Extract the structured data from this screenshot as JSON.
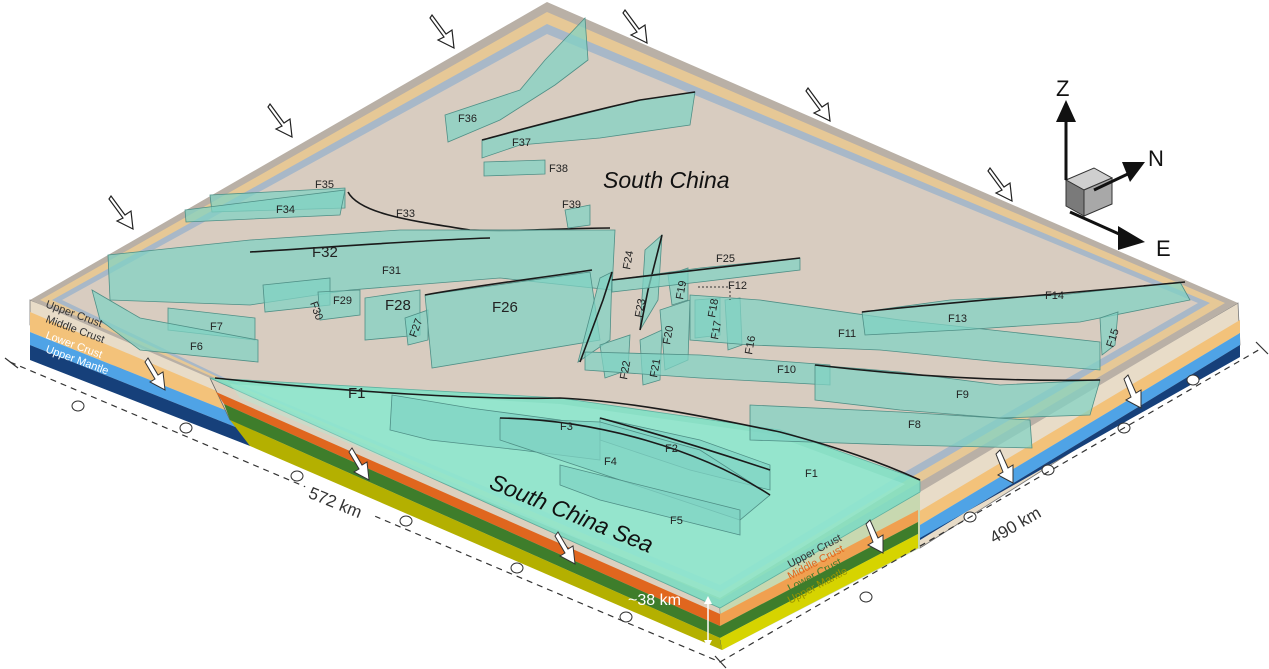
{
  "regions": {
    "land": "South China",
    "sea": "South China Sea"
  },
  "dimensions": {
    "length_label": "572 km",
    "width_label": "490 km",
    "depth_label": "~38 km"
  },
  "axes": {
    "z": "Z",
    "n": "N",
    "e": "E"
  },
  "layers_left": [
    "Upper Crust",
    "Middle Crust",
    "Lower Crust",
    "Upper Mantle"
  ],
  "layers_right": [
    "Upper Crust",
    "Middle Crust",
    "Lower Crust",
    "Upper Mantle"
  ],
  "faults": [
    "F1",
    "F1",
    "F2",
    "F3",
    "F4",
    "F5",
    "F6",
    "F7",
    "F8",
    "F9",
    "F10",
    "F11",
    "F12",
    "F13",
    "F14",
    "F15",
    "F16",
    "F17",
    "F18",
    "F19",
    "F20",
    "F21",
    "F22",
    "F23",
    "F24",
    "F25",
    "F26",
    "F27",
    "F28",
    "F29",
    "F30",
    "F31",
    "F32",
    "F33",
    "F34",
    "F35",
    "F36",
    "F37",
    "F38",
    "F39"
  ],
  "colors": {
    "land": "#d8ccc0",
    "sea": "#7de2c6",
    "fault": "#7fd3c4",
    "upper_crust": "#e8dcc8",
    "middle_crust": "#f3c27a",
    "lower_crust": "#4fa3e6",
    "upper_mantle": "#16407a"
  }
}
